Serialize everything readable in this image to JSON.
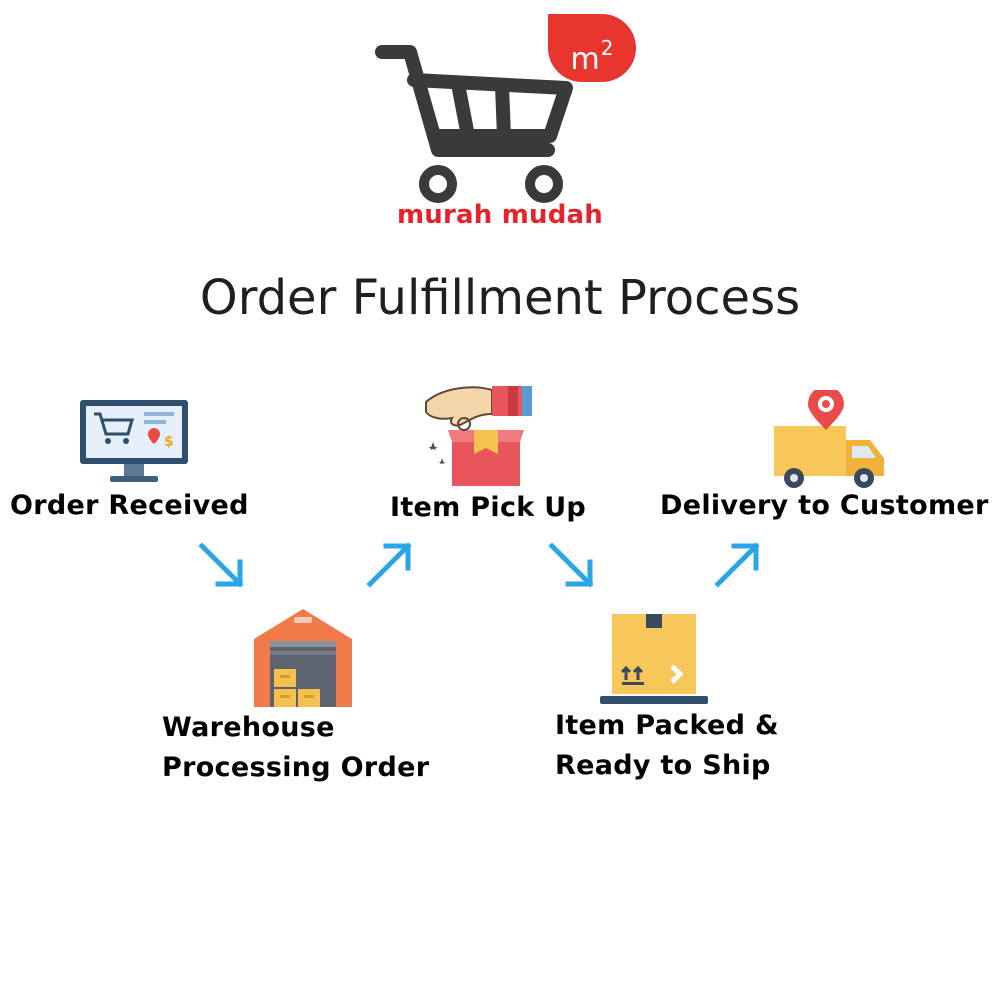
{
  "logo": {
    "badge_letter": "m",
    "badge_exponent": "2",
    "brand_name": "murah mudah",
    "colors": {
      "brand_red": "#e4232b",
      "cart_gray": "#3a3a3a"
    }
  },
  "title": "Order Fulfillment Process",
  "steps": [
    {
      "lines": [
        "Order Received"
      ],
      "icon": "online-order-monitor-icon"
    },
    {
      "lines": [
        "Warehouse",
        "Processing Order"
      ],
      "icon": "warehouse-icon"
    },
    {
      "lines": [
        "Item Pick Up"
      ],
      "icon": "hand-picking-box-icon"
    },
    {
      "lines": [
        "Item Packed &",
        "Ready to Ship"
      ],
      "icon": "packed-box-icon"
    },
    {
      "lines": [
        "Delivery to Customer"
      ],
      "icon": "delivery-truck-icon"
    }
  ],
  "arrows": [
    "down-right",
    "up-right",
    "down-right",
    "up-right"
  ],
  "colors": {
    "arrow_blue": "#2aa6e8",
    "title_text": "#1f1f1f",
    "label_text": "#000000"
  }
}
